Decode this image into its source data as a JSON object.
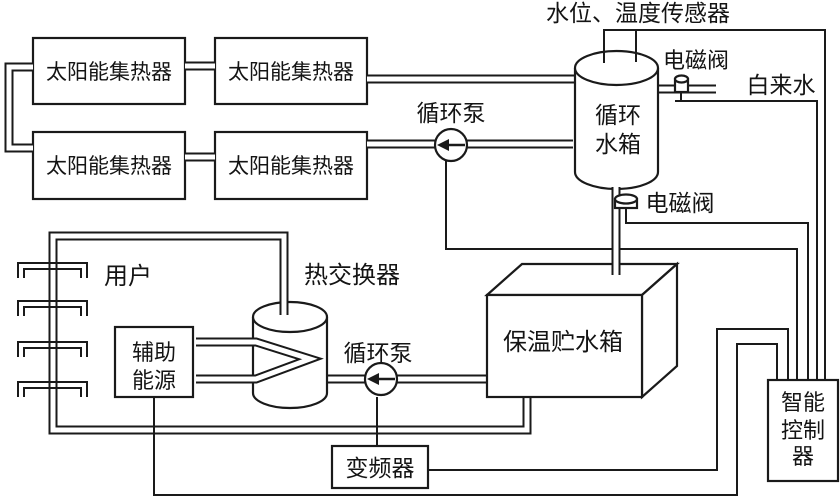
{
  "labels": {
    "collector": "太阳能集热器",
    "water_level_temp_sensor": "水位、温度传感器",
    "solenoid_valve_top": "电磁阀",
    "solenoid_valve_bottom": "电磁阀",
    "tap_water": "白来水",
    "pump_top": "循环泵",
    "pump_bottom": "循环泵",
    "circ_tank_line1": "循环",
    "circ_tank_line2": "水箱",
    "users": "用户",
    "heat_exchanger": "热交换器",
    "aux_line1": "辅助",
    "aux_line2": "能源",
    "storage_tank": "保温贮水箱",
    "inverter": "变频器",
    "controller_line1": "智能",
    "controller_line2": "控制",
    "controller_line3": "器"
  },
  "colors": {
    "line": "#1a1a1a",
    "background": "#ffffff"
  }
}
